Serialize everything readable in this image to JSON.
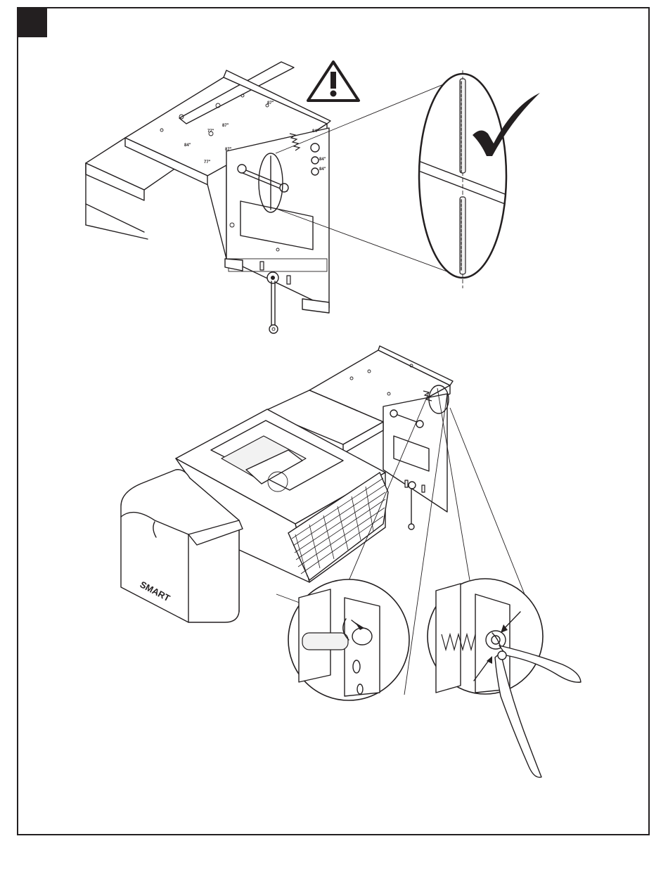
{
  "step": {
    "number": ""
  },
  "mount_plate_marks": [
    "84\"",
    "77\"",
    "87\"",
    "84\"",
    "77\"",
    "87\"",
    "84\"",
    "87\"",
    "84\""
  ],
  "projector": {
    "brand_logo": "SMART"
  },
  "symbols": {
    "warning": "warning-triangle-icon",
    "approval": "check-mark-icon"
  },
  "colors": {
    "ink": "#231f20",
    "paper": "#ffffff"
  }
}
